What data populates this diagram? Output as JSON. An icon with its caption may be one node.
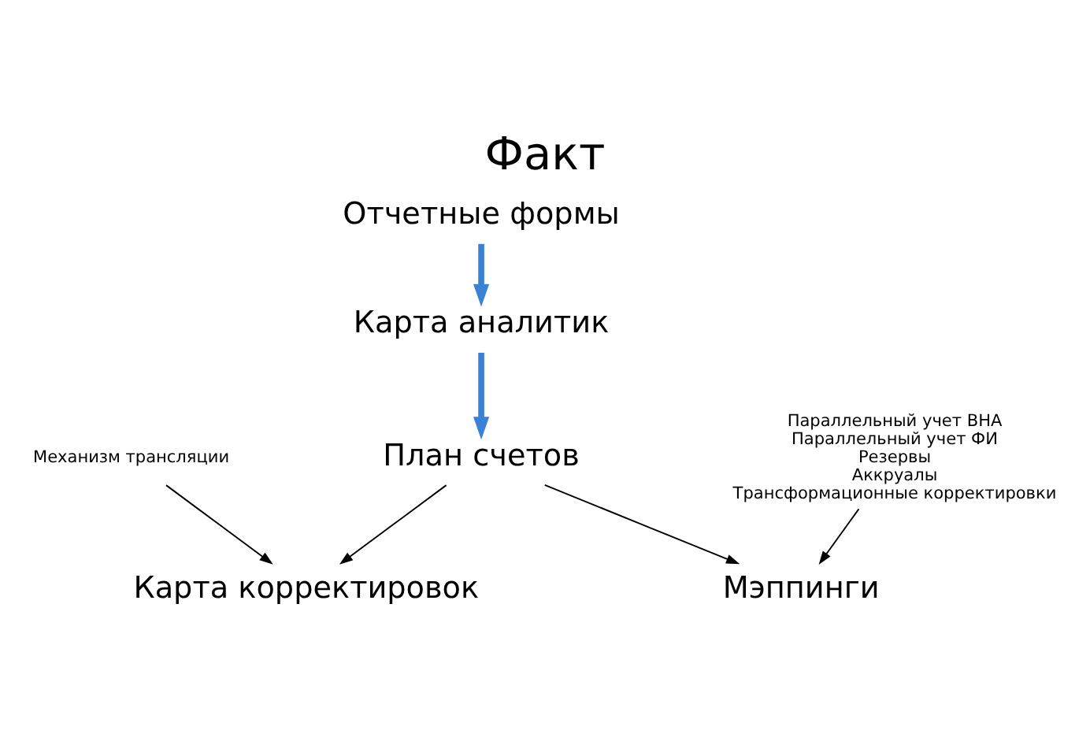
{
  "diagram": {
    "title": "Факт",
    "nodes": [
      {
        "text": [
          "Отчетные формы"
        ]
      },
      {
        "text": [
          "Карта аналитик"
        ]
      },
      {
        "text": [
          "План счетов"
        ]
      },
      {
        "text": [
          "Карта корректировок"
        ]
      },
      {
        "text": [
          "Мэппинги"
        ]
      },
      {
        "text": [
          "Механизм трансляции"
        ]
      },
      {
        "text": [
          "Параллельный учет ВНА",
          "Параллельный учет ФИ",
          "Резервы",
          "Аккруалы",
          "Трансформационные корректировки"
        ]
      }
    ],
    "edges": [
      {
        "from": 0,
        "to": 1,
        "arrow": "to",
        "style": "thick",
        "color": "#3b82d6"
      },
      {
        "from": 1,
        "to": 2,
        "arrow": "to",
        "style": "thick",
        "color": "#3b82d6"
      },
      {
        "from": 2,
        "to": 3,
        "arrow": "to"
      },
      {
        "from": 2,
        "to": 4,
        "arrow": "to"
      },
      {
        "from": 5,
        "to": 3,
        "arrow": "to"
      },
      {
        "from": 6,
        "to": 4,
        "arrow": "to"
      }
    ]
  }
}
